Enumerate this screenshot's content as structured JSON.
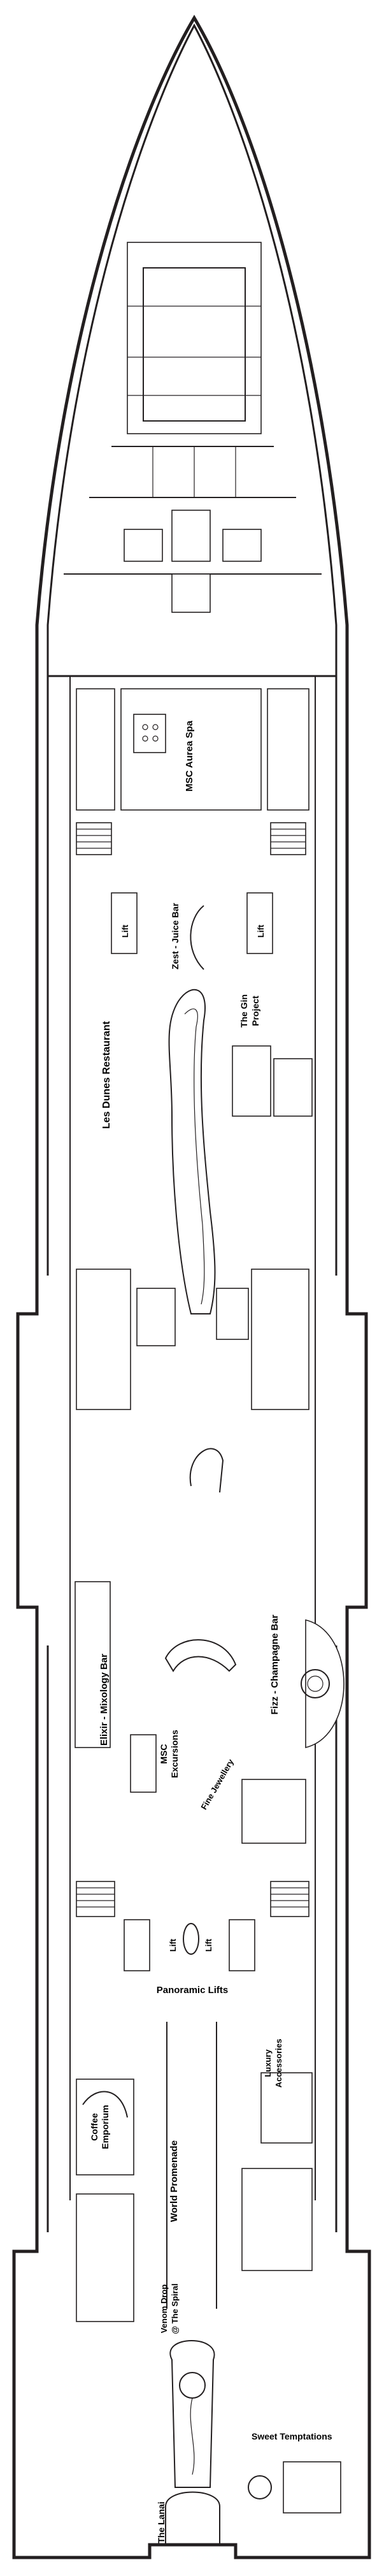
{
  "deck_plan": {
    "venues": {
      "aurea_spa": "MSC Aurea Spa",
      "zest": "Zest - Juice Bar",
      "lift_fwd_left": "Lift",
      "lift_fwd_right": "Lift",
      "les_dunes": "Les Dunes Restaurant",
      "gin_project_line1": "The Gin",
      "gin_project_line2": "Project",
      "elixir": "Elixir - Mixology Bar",
      "fizz": "Fizz - Champagne Bar",
      "excursions_line1": "MSC",
      "excursions_line2": "Excursions",
      "jewellery": "Fine Jewellery",
      "lift_mid_left": "Lift",
      "lift_mid_right": "Lift",
      "panoramic_lifts": "Panoramic Lifts",
      "luxury_line1": "Luxury",
      "luxury_line2": "Accessories",
      "coffee_line1": "Coffee",
      "coffee_line2": "Emporium",
      "world_promenade": "World Promenade",
      "venom_line1": "Venom Drop",
      "venom_line2": "@ The Spiral",
      "sweet_temptations": "Sweet Temptations",
      "lanai": "The Lanai"
    }
  }
}
